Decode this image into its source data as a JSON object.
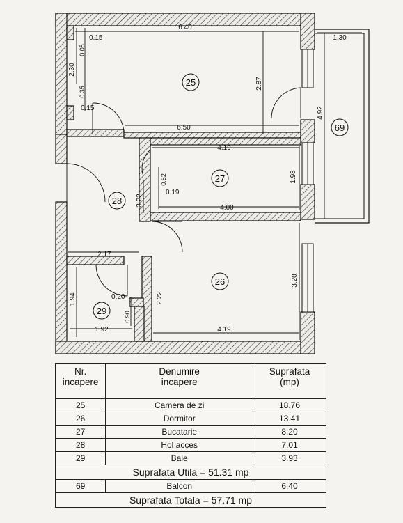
{
  "plan": {
    "rooms": [
      {
        "id": "25"
      },
      {
        "id": "26"
      },
      {
        "id": "27"
      },
      {
        "id": "28"
      },
      {
        "id": "29"
      },
      {
        "id": "69"
      }
    ],
    "dimensions": {
      "d_0_15a": "0.15",
      "d_6_40": "6.40",
      "d_1_30": "1.30",
      "d_0_05": "0.05",
      "d_2_30": "2.30",
      "d_0_35": "0.35",
      "d_0_15b": "0.15",
      "d_2_87": "2.87",
      "d_6_50": "6.50",
      "d_4_92": "4.92",
      "d_4_19a": "4.19",
      "d_0_52": "0.52",
      "d_0_19": "0.19",
      "d_1_98": "1.98",
      "d_3_22": "3.22",
      "d_4_00": "4.00",
      "d_2_17": "2.17",
      "d_3_20": "3.20",
      "d_0_20": "0.20",
      "d_1_94": "1.94",
      "d_2_22": "2.22",
      "d_0_90": "0.90",
      "d_1_92": "1.92",
      "d_4_19b": "4.19"
    }
  },
  "schedule": {
    "headers": {
      "nr_line1": "Nr.",
      "nr_line2": "incapere",
      "name_line1": "Denumire",
      "name_line2": "incapere",
      "area_line1": "Suprafata",
      "area_line2": "(mp)"
    },
    "rows": [
      {
        "nr": "25",
        "name": "Camera de zi",
        "area": "18.76"
      },
      {
        "nr": "26",
        "name": "Dormitor",
        "area": "13.41"
      },
      {
        "nr": "27",
        "name": "Bucatarie",
        "area": "8.20"
      },
      {
        "nr": "28",
        "name": "Hol acces",
        "area": "7.01"
      },
      {
        "nr": "29",
        "name": "Baie",
        "area": "3.93"
      }
    ],
    "utila": "Suprafata Utila =  51.31  mp",
    "balcon": {
      "nr": "69",
      "name": "Balcon",
      "area": "6.40"
    },
    "totala": "Suprafata Totala =  57.71 mp"
  }
}
